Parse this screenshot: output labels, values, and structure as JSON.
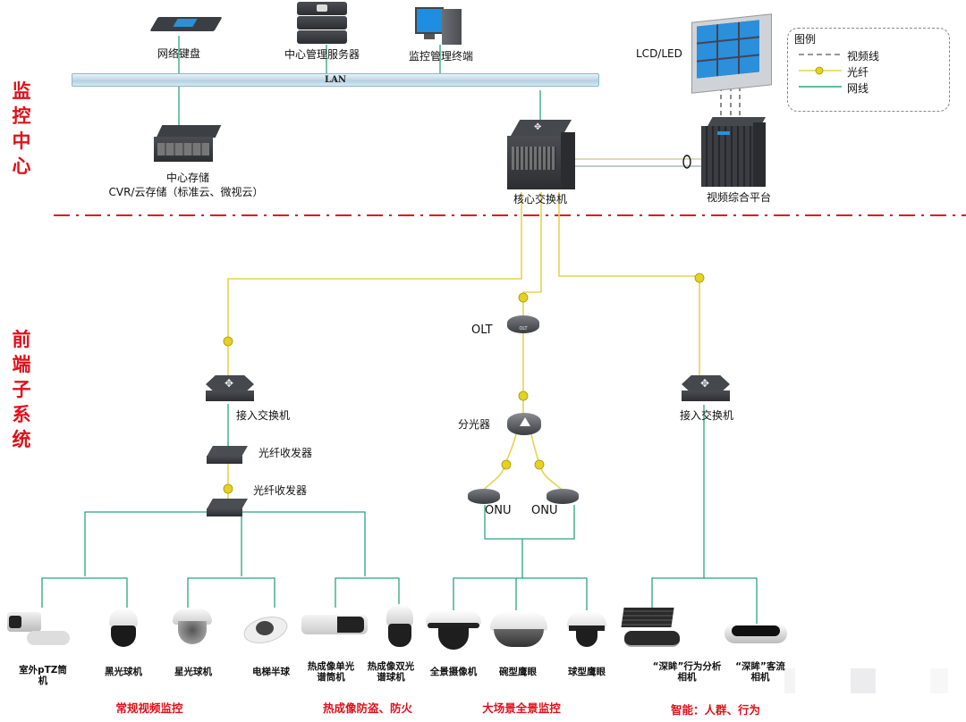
{
  "sections": {
    "monitoring_center": "监控中心",
    "front_end_subsystem": "前端子系统"
  },
  "network": {
    "lan_label": "LAN"
  },
  "legend": {
    "title": "图例",
    "items": [
      {
        "label": "视频线",
        "style": "dashed",
        "color": "#777777"
      },
      {
        "label": "光纤",
        "style": "fiber",
        "color": "#e8d44d"
      },
      {
        "label": "网线",
        "style": "solid",
        "color": "#2aa57f"
      }
    ]
  },
  "colors": {
    "fiber": "#e8d44d",
    "ethernet": "#2aa57f",
    "video": "#777777",
    "section_divider": "#e0101a",
    "section_text": "#e0101a"
  },
  "center_devices": {
    "keyboard": "网络键盘",
    "server": "中心管理服务器",
    "terminal": "监控管理终端",
    "storage_line1": "中心存储",
    "storage_line2": "CVR/云存储（标准云、微视云）",
    "core_switch": "核心交换机",
    "video_platform": "视频综合平台",
    "display_wall": "LCD/LED"
  },
  "front_devices": {
    "access_switch_left": "接入交换机",
    "transceiver_1": "光纤收发器",
    "transceiver_2": "光纤收发器",
    "olt": "OLT",
    "splitter": "分光器",
    "onu_1": "ONU",
    "onu_2": "ONU",
    "access_switch_right": "接入交换机"
  },
  "cameras": [
    {
      "line1": "室外pTZ筒",
      "line2": "机"
    },
    {
      "line1": "黑光球机",
      "line2": ""
    },
    {
      "line1": "星光球机",
      "line2": ""
    },
    {
      "line1": "电梯半球",
      "line2": ""
    },
    {
      "line1": "热成像单光",
      "line2": "谱筒机"
    },
    {
      "line1": "热成像双光",
      "line2": "谱球机"
    },
    {
      "line1": "全景摄像机",
      "line2": ""
    },
    {
      "line1": "碗型鹰眼",
      "line2": ""
    },
    {
      "line1": "球型鹰眼",
      "line2": ""
    },
    {
      "line1": "“深眸”行为分析",
      "line2": "相机"
    },
    {
      "line1": "“深眸”客流",
      "line2": "相机"
    }
  ],
  "categories": [
    "常规视频监控",
    "热成像防盗、防火",
    "大场景全景监控",
    "智能：人群、行为"
  ]
}
